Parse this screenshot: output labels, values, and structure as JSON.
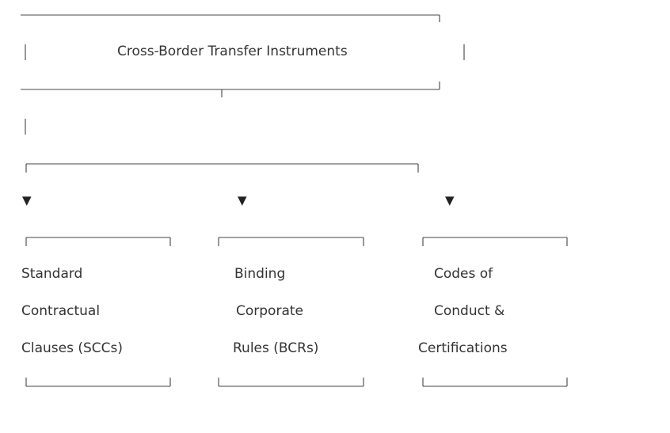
{
  "diagram": {
    "root": {
      "label": "Cross-Border Transfer Instruments"
    },
    "children": [
      {
        "lines": [
          "Standard",
          "Contractual",
          "Clauses (SCCs)"
        ]
      },
      {
        "lines": [
          "Binding",
          "Corporate",
          "Rules (BCRs)"
        ]
      },
      {
        "lines": [
          "Codes of",
          "Conduct &",
          "Certifications"
        ]
      }
    ],
    "arrow_glyph": "▼"
  }
}
